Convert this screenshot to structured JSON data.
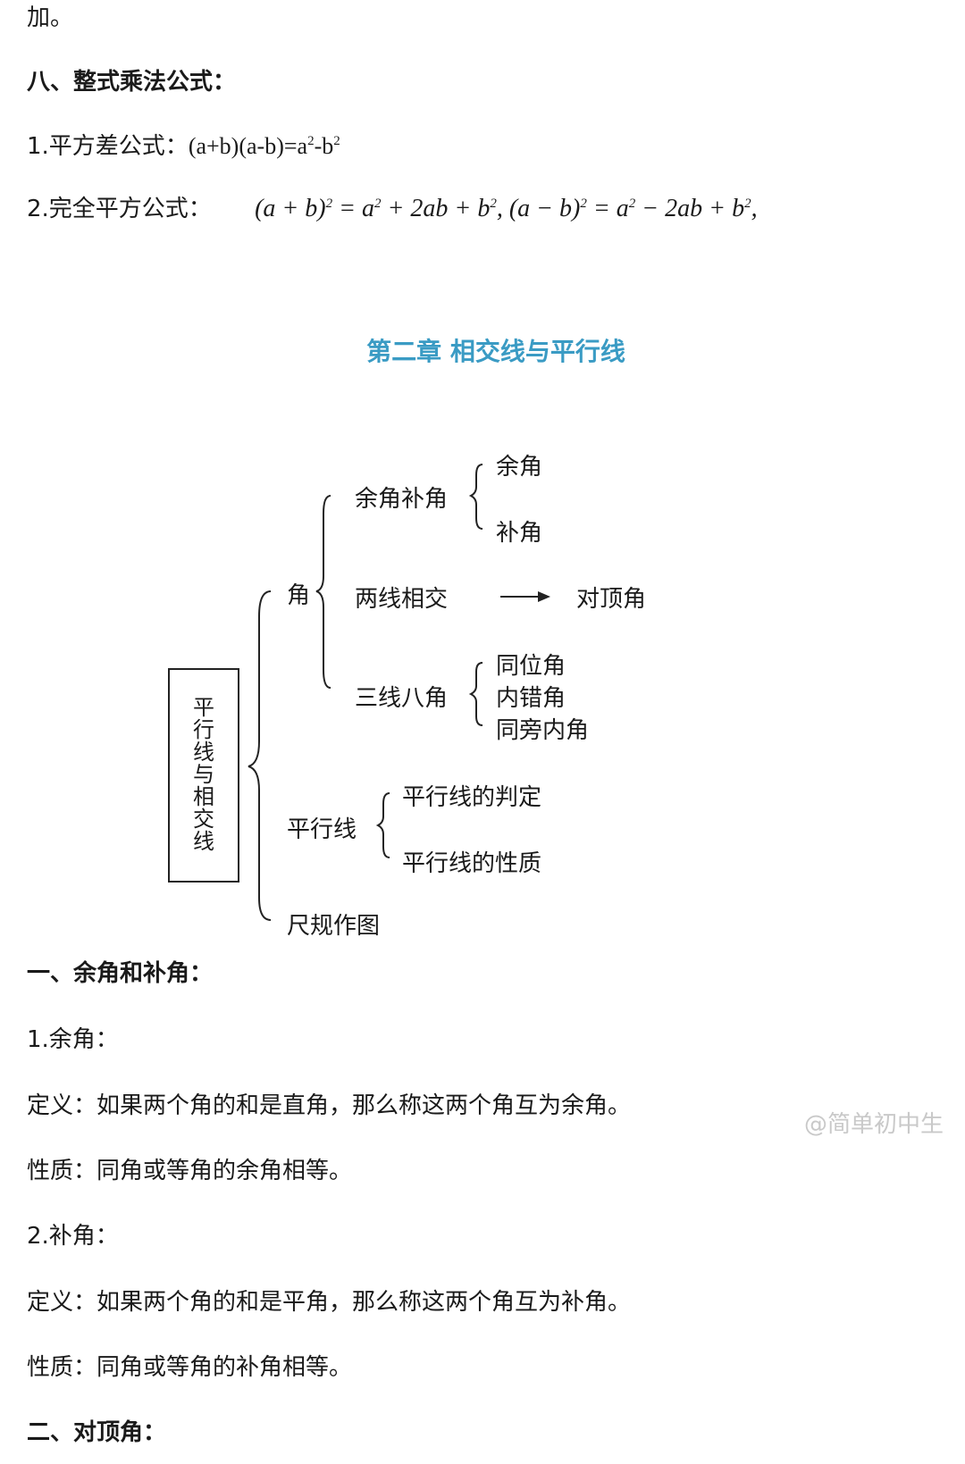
{
  "top_fragment": "加。",
  "section8": {
    "heading": "八、整式乘法公式：",
    "item1_label": "1.平方差公式：",
    "item1_formula": "(a+b)(a-b)=a²-b²",
    "item2_label": "2.完全平方公式："
  },
  "chapter_title": "第二章  相交线与平行线",
  "diagram": {
    "root": "平行线与相交线",
    "angle": "角",
    "complementary_supplementary": "余角补角",
    "complementary": "余角",
    "supplementary": "补角",
    "two_lines_intersect": "两线相交",
    "vertical_angles": "对顶角",
    "three_lines_eight_angles": "三线八角",
    "corresponding": "同位角",
    "alternate_interior": "内错角",
    "same_side_interior": "同旁内角",
    "parallel_lines": "平行线",
    "parallel_criteria": "平行线的判定",
    "parallel_properties": "平行线的性质",
    "construction": "尺规作图"
  },
  "section1": {
    "heading": "一、余角和补角：",
    "sub1": "1.余角：",
    "def1": "定义：如果两个角的和是直角，那么称这两个角互为余角。",
    "prop1": "性质：同角或等角的余角相等。",
    "sub2": "2.补角：",
    "def2": "定义：如果两个角的和是平角，那么称这两个角互为补角。",
    "prop2": "性质：同角或等角的补角相等。"
  },
  "section2": {
    "heading": "二、对顶角："
  },
  "watermark": "@简单初中生",
  "colors": {
    "chapter_title": "#3a9bc4",
    "text": "#1a1a1a",
    "watermark": "#c9c9c9"
  }
}
